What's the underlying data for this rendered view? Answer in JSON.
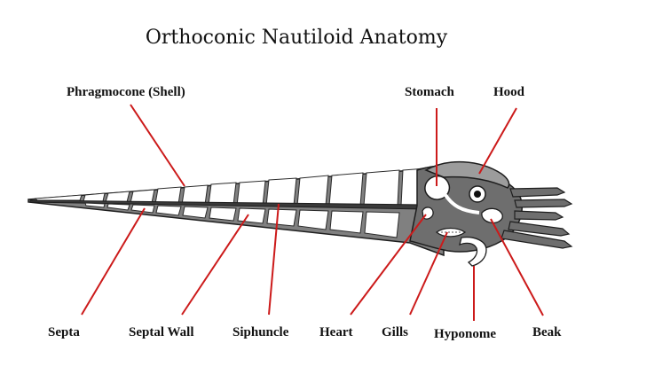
{
  "title": "Orthoconic Nautiloid Anatomy",
  "colors": {
    "leader_line": "#cc1a1a",
    "shell_fill": "#7a7a7a",
    "chamber_fill": "#ffffff",
    "outline": "#1e1e1e",
    "hood_fill": "#9c9c9c",
    "body_fill": "#6e6e6e"
  },
  "labels": {
    "phragmocone": "Phragmocone (Shell)",
    "stomach": "Stomach",
    "hood": "Hood",
    "septa": "Septa",
    "septal_wall": "Septal Wall",
    "siphuncle": "Siphuncle",
    "heart": "Heart",
    "gills": "Gills",
    "hyponome": "Hyponome",
    "beak": "Beak"
  }
}
